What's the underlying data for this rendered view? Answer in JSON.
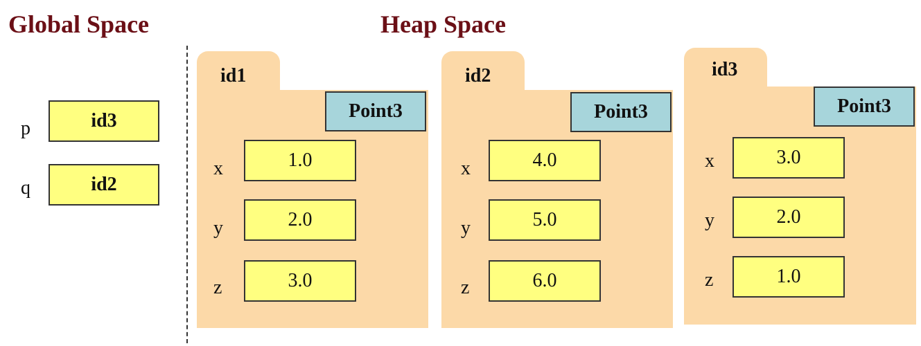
{
  "headings": {
    "global": "Global Space",
    "heap": "Heap Space"
  },
  "global_vars": [
    {
      "name": "p",
      "value": "id3"
    },
    {
      "name": "q",
      "value": "id2"
    }
  ],
  "heap_objects": [
    {
      "id": "id1",
      "class_name": "Point3",
      "fields": [
        {
          "name": "x",
          "value": "1.0"
        },
        {
          "name": "y",
          "value": "2.0"
        },
        {
          "name": "z",
          "value": "3.0"
        }
      ]
    },
    {
      "id": "id2",
      "class_name": "Point3",
      "fields": [
        {
          "name": "x",
          "value": "4.0"
        },
        {
          "name": "y",
          "value": "5.0"
        },
        {
          "name": "z",
          "value": "6.0"
        }
      ]
    },
    {
      "id": "id3",
      "class_name": "Point3",
      "fields": [
        {
          "name": "x",
          "value": "3.0"
        },
        {
          "name": "y",
          "value": "2.0"
        },
        {
          "name": "z",
          "value": "1.0"
        }
      ]
    }
  ],
  "colors": {
    "heading": "#6b0f16",
    "folder": "#fcd9a8",
    "class_box": "#a7d5db",
    "value_box": "#ffff80"
  }
}
